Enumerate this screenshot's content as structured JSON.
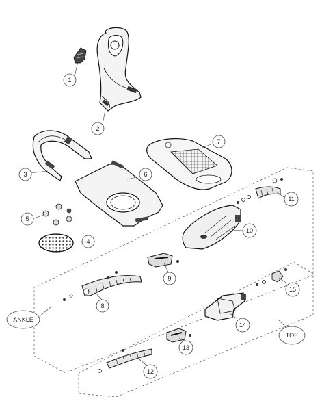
{
  "callouts": [
    {
      "id": "c1",
      "text": "1"
    },
    {
      "id": "c2",
      "text": "2"
    },
    {
      "id": "c3",
      "text": "3"
    },
    {
      "id": "c4",
      "text": "4"
    },
    {
      "id": "c5",
      "text": "5"
    },
    {
      "id": "c6",
      "text": "6"
    },
    {
      "id": "c7",
      "text": "7"
    },
    {
      "id": "c8",
      "text": "8"
    },
    {
      "id": "c9",
      "text": "9"
    },
    {
      "id": "c10",
      "text": "10"
    },
    {
      "id": "c11",
      "text": "11"
    },
    {
      "id": "c12",
      "text": "12"
    },
    {
      "id": "c13",
      "text": "13"
    },
    {
      "id": "c14",
      "text": "14"
    },
    {
      "id": "c15",
      "text": "15"
    }
  ],
  "group_labels": {
    "ankle": "ANKLE",
    "toe": "TOE"
  }
}
